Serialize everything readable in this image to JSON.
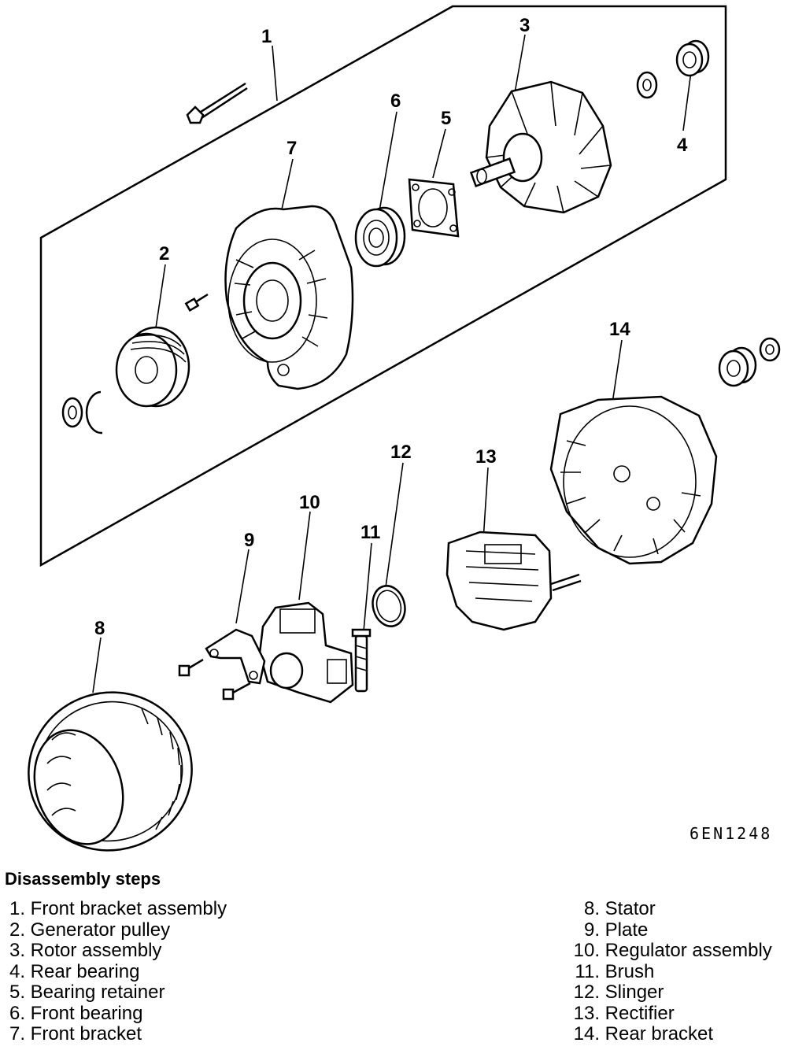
{
  "figure": {
    "code": "6EN1248",
    "callouts": [
      "1",
      "2",
      "3",
      "4",
      "5",
      "6",
      "7",
      "8",
      "9",
      "10",
      "11",
      "12",
      "13",
      "14"
    ]
  },
  "steps": {
    "heading": "Disassembly steps",
    "left": [
      {
        "num": "1.",
        "label": "Front bracket assembly"
      },
      {
        "num": "2.",
        "label": "Generator pulley"
      },
      {
        "num": "3.",
        "label": "Rotor assembly"
      },
      {
        "num": "4.",
        "label": "Rear bearing"
      },
      {
        "num": "5.",
        "label": "Bearing retainer"
      },
      {
        "num": "6.",
        "label": "Front bearing"
      },
      {
        "num": "7.",
        "label": "Front bracket"
      }
    ],
    "right": [
      {
        "num": "8.",
        "label": "Stator"
      },
      {
        "num": "9.",
        "label": "Plate"
      },
      {
        "num": "10.",
        "label": "Regulator assembly"
      },
      {
        "num": "11.",
        "label": "Brush"
      },
      {
        "num": "12.",
        "label": "Slinger"
      },
      {
        "num": "13.",
        "label": "Rectifier"
      },
      {
        "num": "14.",
        "label": "Rear bracket"
      }
    ]
  }
}
